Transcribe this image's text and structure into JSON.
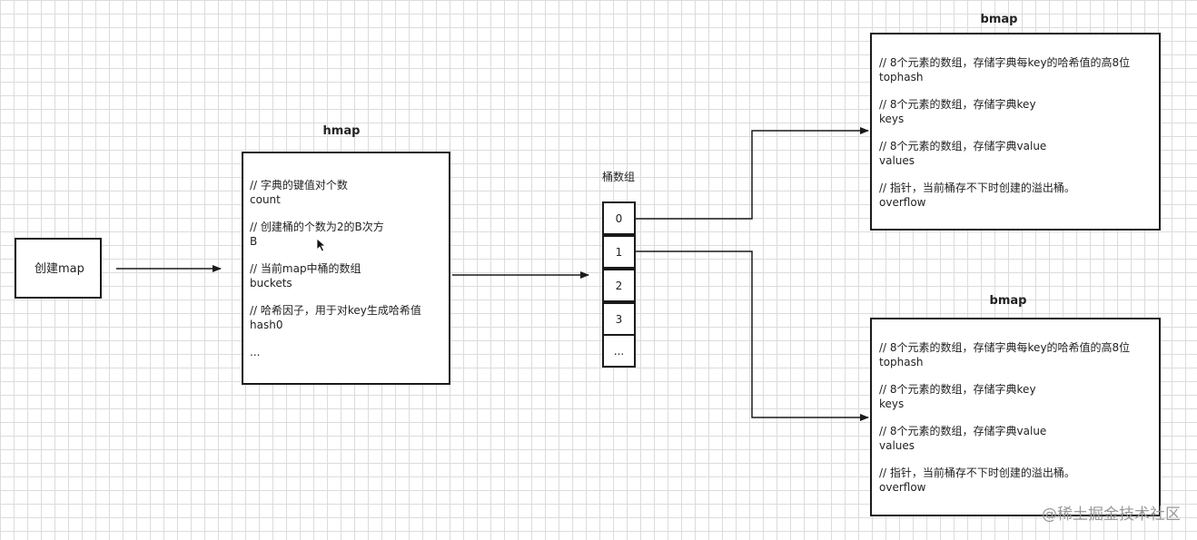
{
  "create_node": {
    "label": "创建map"
  },
  "hmap": {
    "title": "hmap",
    "fields": [
      {
        "comment": "// 字典的键值对个数",
        "name": "count"
      },
      {
        "comment": "// 创建桶的个数为2的B次方",
        "name": "B"
      },
      {
        "comment": "// 当前map中桶的数组",
        "name": "buckets"
      },
      {
        "comment": "// 哈希因子，用于对key生成哈希值",
        "name": "hash0"
      }
    ],
    "ellipsis": "..."
  },
  "bucket_array": {
    "title": "桶数组",
    "cells": [
      "0",
      "1",
      "2",
      "3",
      "..."
    ]
  },
  "bmap_top": {
    "title": "bmap",
    "fields": [
      {
        "comment": "// 8个元素的数组，存储字典每key的哈希值的高8位",
        "name": "tophash"
      },
      {
        "comment": "// 8个元素的数组，存储字典key",
        "name": "keys"
      },
      {
        "comment": "// 8个元素的数组，存储字典value",
        "name": "values"
      },
      {
        "comment": "// 指针，当前桶存不下时创建的溢出桶。",
        "name": "overflow"
      }
    ]
  },
  "bmap_bottom": {
    "title": "bmap",
    "fields": [
      {
        "comment": "// 8个元素的数组，存储字典每key的哈希值的高8位",
        "name": "tophash"
      },
      {
        "comment": "// 8个元素的数组，存储字典key",
        "name": "keys"
      },
      {
        "comment": "// 8个元素的数组，存储字典value",
        "name": "values"
      },
      {
        "comment": "// 指针，当前桶存不下时创建的溢出桶。",
        "name": "overflow"
      }
    ]
  },
  "watermark": "@稀土掘金技术社区",
  "colors": {
    "line": "#1a1a1a",
    "grid": "#dcdcdc",
    "watermark": "#999999"
  }
}
